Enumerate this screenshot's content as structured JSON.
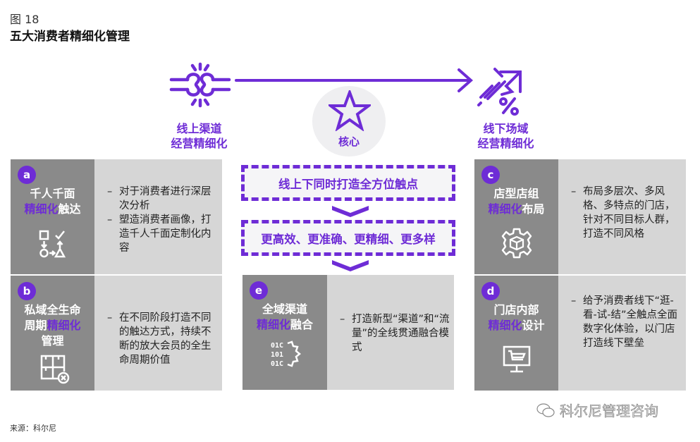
{
  "figure": {
    "label": "图 18",
    "title": "五大消费者精细化管理"
  },
  "top_flow": {
    "left": {
      "icon": "broken-link-icon",
      "line1": "线上渠道",
      "line2": "经营精细化"
    },
    "center": {
      "icon": "star-icon",
      "label": "核心"
    },
    "right": {
      "icon": "percent-growth-arrow-icon",
      "line1": "线下场域",
      "line2": "经营精细化"
    },
    "arrow": "arrow-right-icon"
  },
  "center_flow": {
    "box1": "线上下同时打造全方位触点",
    "box2": "更高效、更准确、更精细、更多样"
  },
  "cards": [
    {
      "badge": "a",
      "title_line1": "千人千面",
      "title_hl": "精细化",
      "title_rest": "触达",
      "icon": "workflow-shapes-icon",
      "desc": [
        {
          "dash": "–",
          "text": "对于消费者进行深层次分析"
        },
        {
          "dash": "–",
          "text": "塑造消费者画像，打造千人千面定制化内容"
        }
      ]
    },
    {
      "badge": "b",
      "title_line1": "私域全生命",
      "title_pre": "周期",
      "title_hl": "精细化",
      "title_line3": "管理",
      "icon": "grid-cancel-icon",
      "desc": [
        {
          "dash": "–",
          "text": "在不同阶段打造不同的触达方式，持续不断的放大会员的全生命周期价值"
        }
      ]
    },
    {
      "badge": "c",
      "title_line1": "店型店组",
      "title_hl": "精细化",
      "title_rest": "布局",
      "icon": "gear-box-icon",
      "desc": [
        {
          "dash": "–",
          "text": "布局多层次、多风格、多特点的门店，针对不同目标人群，打造不同风格"
        }
      ]
    },
    {
      "badge": "d",
      "title_line1": "门店内部",
      "title_hl": "精细化",
      "title_rest": "设计",
      "icon": "monitor-cart-icon",
      "desc": [
        {
          "dash": "–",
          "text": "给予消费者线下“逛-看-试-结”全触点全面数字化体验，以门店打造线下壁垒"
        }
      ]
    },
    {
      "badge": "e",
      "title_line1": "全域渠道",
      "title_hl": "精细化",
      "title_rest": "融合",
      "icon": "binary-gear-icon",
      "desc": [
        {
          "dash": "–",
          "text": "打造新型“渠道”和“流量”的全线贯通融合模式"
        }
      ]
    }
  ],
  "footer": {
    "source": "来源：科尔尼",
    "watermark": "科尔尼管理咨询"
  },
  "colors": {
    "accent": "#6e2cd6",
    "card_left": "#8a8a8a",
    "card_right": "#d6d6d6"
  }
}
